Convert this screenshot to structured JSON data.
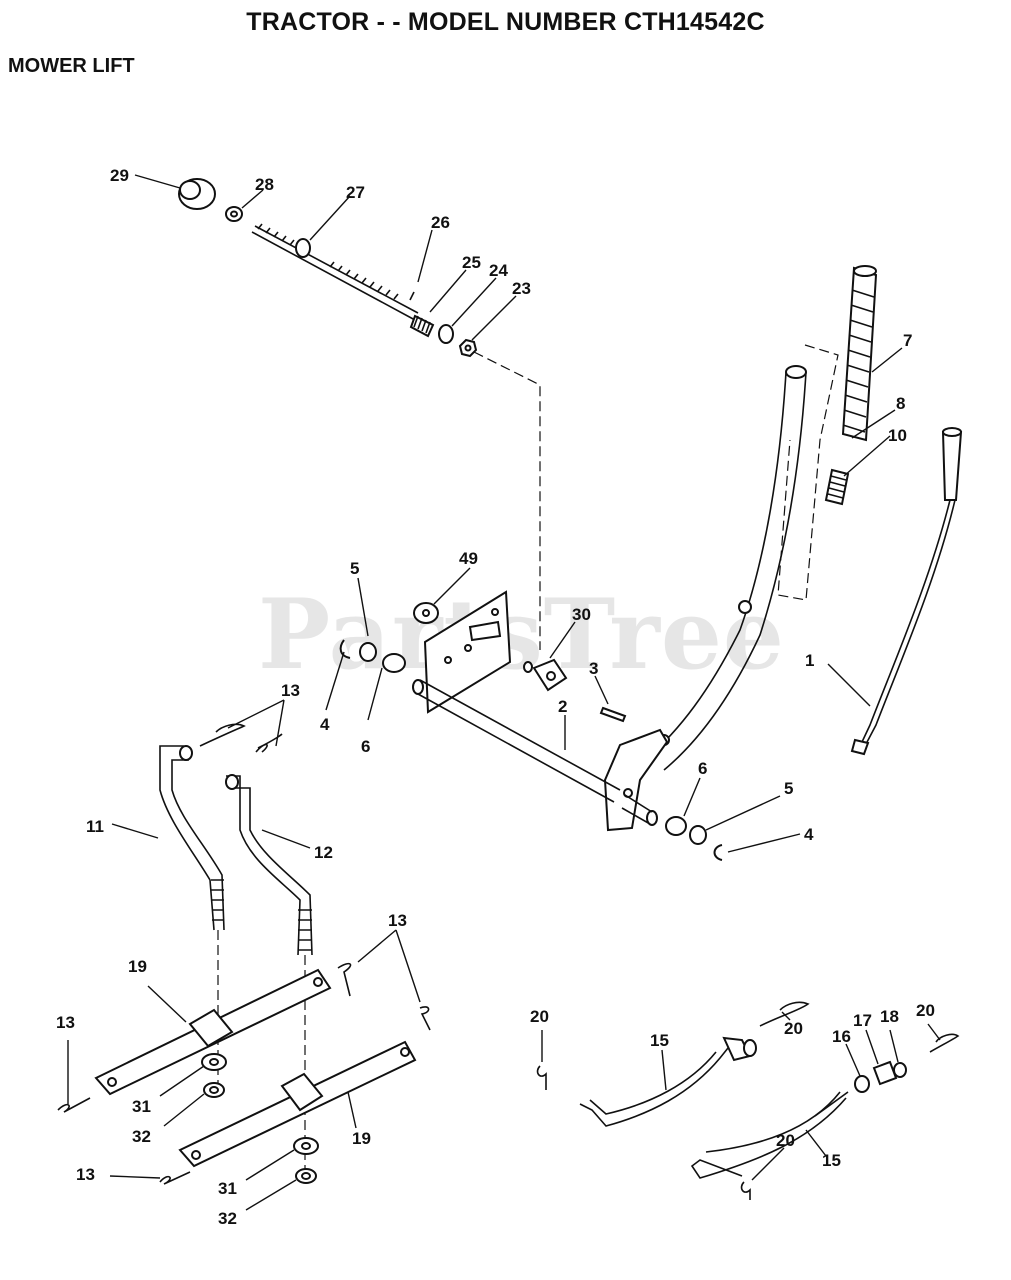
{
  "header": {
    "title": "TRACTOR - - MODEL NUMBER CTH14542C",
    "section": "MOWER LIFT"
  },
  "watermark": "PartsTree",
  "callouts": {
    "c29": "29",
    "c28": "28",
    "c27": "27",
    "c26": "26",
    "c25": "25",
    "c24": "24",
    "c23": "23",
    "c7": "7",
    "c8": "8",
    "c10": "10",
    "c1": "1",
    "c5a": "5",
    "c49": "49",
    "c30": "30",
    "c3": "3",
    "c2": "2",
    "c4a": "4",
    "c6a": "6",
    "c6b": "6",
    "c5b": "5",
    "c4b": "4",
    "c13a": "13",
    "c11": "11",
    "c12": "12",
    "c13b": "13",
    "c19a": "19",
    "c13c": "13",
    "c31a": "31",
    "c32a": "32",
    "c19b": "19",
    "c13d": "13",
    "c31b": "31",
    "c32b": "32",
    "c20a": "20",
    "c15a": "15",
    "c20b": "20",
    "c16": "16",
    "c17": "17",
    "c18": "18",
    "c20c": "20",
    "c20d": "20",
    "c15b": "15"
  }
}
